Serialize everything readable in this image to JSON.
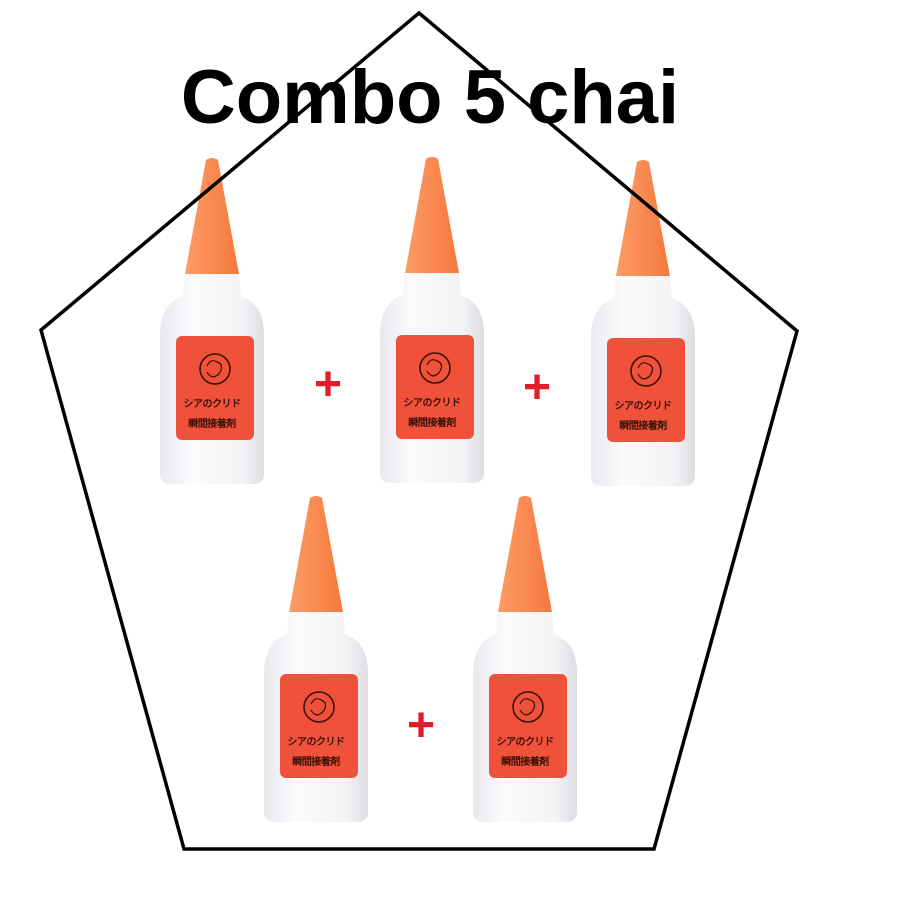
{
  "title": "Combo 5 chai",
  "product": {
    "brand_text": "シアのクリド",
    "type_text": "瞬間接着剤",
    "logo_icon": "lion-head-icon"
  },
  "bottles": [
    {
      "id": 1,
      "brand_text": "シアのクリド",
      "type_text": "瞬間接着剤"
    },
    {
      "id": 2,
      "brand_text": "シアのクリド",
      "type_text": "瞬間接着剤"
    },
    {
      "id": 3,
      "brand_text": "シアのクリド",
      "type_text": "瞬間接着剤"
    },
    {
      "id": 4,
      "brand_text": "シアのクリド",
      "type_text": "瞬間接着剤"
    },
    {
      "id": 5,
      "brand_text": "シアのクリド",
      "type_text": "瞬間接着剤"
    }
  ],
  "plus_signs": [
    "+",
    "+",
    "+"
  ],
  "colors": {
    "cap_orange": "#f98a52",
    "label_red": "#f0513a",
    "plus_red": "#e01e2a",
    "outline": "#000000",
    "bottle_white": "#f4f4f6"
  }
}
